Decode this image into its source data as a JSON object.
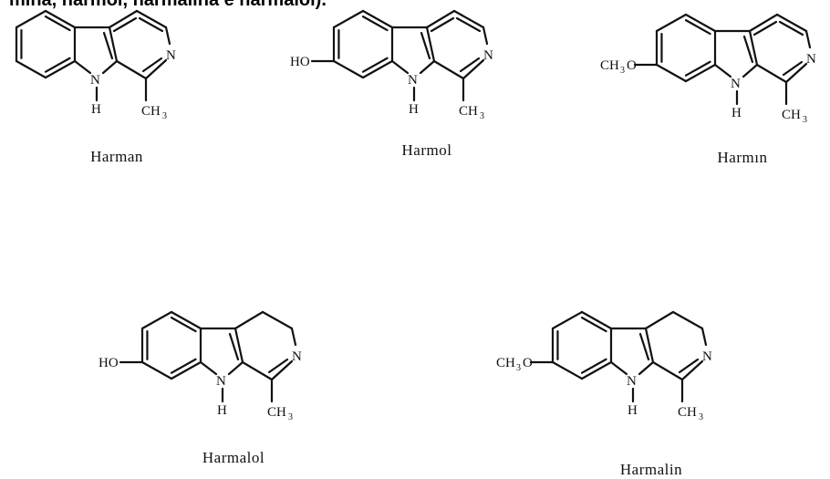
{
  "caption": "mina, harmol, harmalina e harmalol).",
  "labels": {
    "N": "N",
    "H": "H",
    "CH": "CH",
    "sub3": "3",
    "HO": "HO",
    "CH3O_prefix": "CH",
    "CH3O_suffix": "O"
  },
  "molecules": [
    {
      "id": "harman",
      "name": "Harman"
    },
    {
      "id": "harmol",
      "name": "Harmol"
    },
    {
      "id": "harmin",
      "name": "Harmın"
    },
    {
      "id": "harmalol",
      "name": "Harmalol"
    },
    {
      "id": "harmalin",
      "name": "Harmalin"
    }
  ]
}
